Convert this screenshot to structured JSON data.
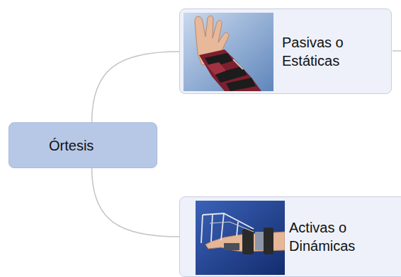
{
  "diagram": {
    "nodes": [
      {
        "text": [
          "Órtesis"
        ]
      },
      {
        "text": [
          "Pasivas o Estáticas"
        ]
      },
      {
        "text": [
          "Activas o Dinámicas"
        ]
      }
    ],
    "edges": [
      {
        "from": 0,
        "to": 1,
        "arrow": "none"
      },
      {
        "from": 0,
        "to": 2,
        "arrow": "none"
      }
    ]
  }
}
